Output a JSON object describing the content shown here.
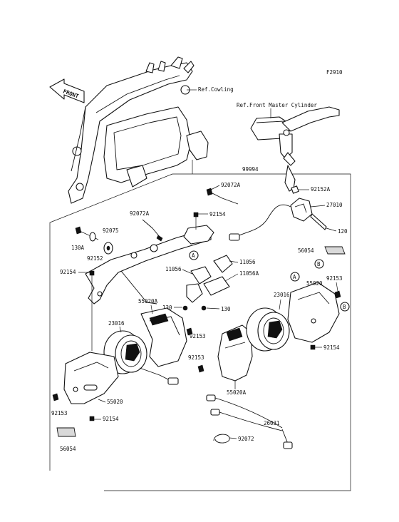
{
  "figure_code": "F2910",
  "front_label": "FRONT",
  "refs": {
    "cowling": "Ref.Cowling",
    "front_master_cylinder": "Ref.Front Master Cylinder"
  },
  "callouts": {
    "c_99994": "99994",
    "c_92072A_top": "92072A",
    "c_92152A": "92152A",
    "c_27010": "27010",
    "c_120": "120",
    "c_92072A_left": "92072A",
    "c_92154_top": "92154",
    "c_92075": "92075",
    "c_130A": "130A",
    "c_92152": "92152",
    "c_56054_right": "56054",
    "c_11056_a": "11056",
    "c_11056_b": "11056",
    "c_11056A": "11056A",
    "c_92154_left": "92154",
    "c_92153_right": "92153",
    "c_55020_right": "55020",
    "c_23016_right": "23016",
    "c_55020A_top": "55020A",
    "c_130_left": "130",
    "c_130_right": "130",
    "c_23016_left": "23016",
    "c_92153_mid": "92153",
    "c_92153_mid2": "92153",
    "c_92154_right": "92154",
    "c_55020A_bottom": "55020A",
    "c_55020_left": "55020",
    "c_92153_left": "92153",
    "c_92154_bottom": "92154",
    "c_56054_left": "56054",
    "c_26031": "26031",
    "c_92072": "92072"
  },
  "markers": {
    "A": "A",
    "B": "B"
  }
}
